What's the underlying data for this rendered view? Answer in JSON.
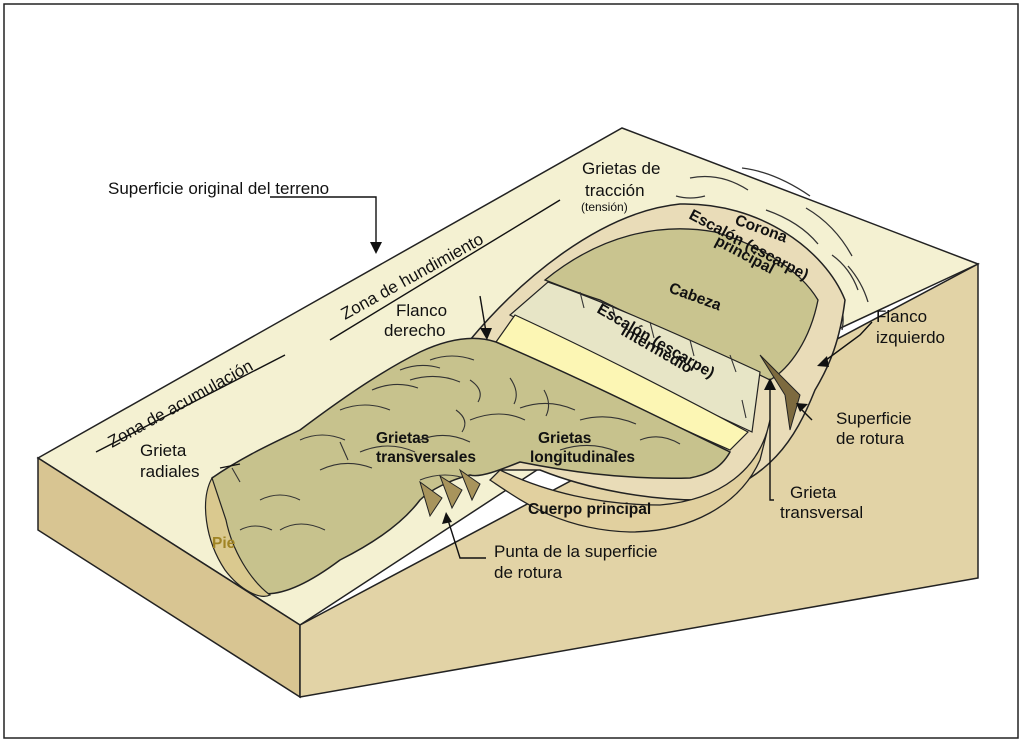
{
  "labels": {
    "superficie_original": "Superficie original del terreno",
    "zona_hundimiento": "Zona de hundimiento",
    "zona_acumulacion": "Zona de acumulación",
    "grietas_traccion_1": "Grietas de",
    "grietas_traccion_2": "tracción",
    "tension": "(tensión)",
    "corona": "Corona",
    "escalon_principal_1": "Escalón (escarpe)",
    "escalon_principal_2": "principal",
    "cabeza": "Cabeza",
    "escalon_intermedio_1": "Escalón (escarpe)",
    "escalon_intermedio_2": "intermedio",
    "flanco_derecho_1": "Flanco",
    "flanco_derecho_2": "derecho",
    "flanco_izquierdo_1": "Flanco",
    "flanco_izquierdo_2": "izquierdo",
    "grieta_radiales_1": "Grieta",
    "grieta_radiales_2": "radiales",
    "grietas_transversales_1": "Grietas",
    "grietas_transversales_2": "transversales",
    "grietas_longitudinales_1": "Grietas",
    "grietas_longitudinales_2": "longitudinales",
    "superficie_rotura_1": "Superficie",
    "superficie_rotura_2": "de rotura",
    "grieta_transversal_1": "Grieta",
    "grieta_transversal_2": "transversal",
    "cuerpo_principal": "Cuerpo principal",
    "punta_1": "Punta de la superficie",
    "punta_2": "de rotura",
    "pie": "Pie"
  },
  "colors": {
    "top_surface": "#f4f1d2",
    "side_face": "#e2d3a6",
    "front_face": "#d8c592",
    "scarp": "#e9dcb8",
    "slide_body": "#c7c28d",
    "head_band": "#c9c48f",
    "yellow_band": "#fcf6b4",
    "light_band": "#e7e5c6",
    "pie_label": "#a08424",
    "outline": "#222222"
  }
}
